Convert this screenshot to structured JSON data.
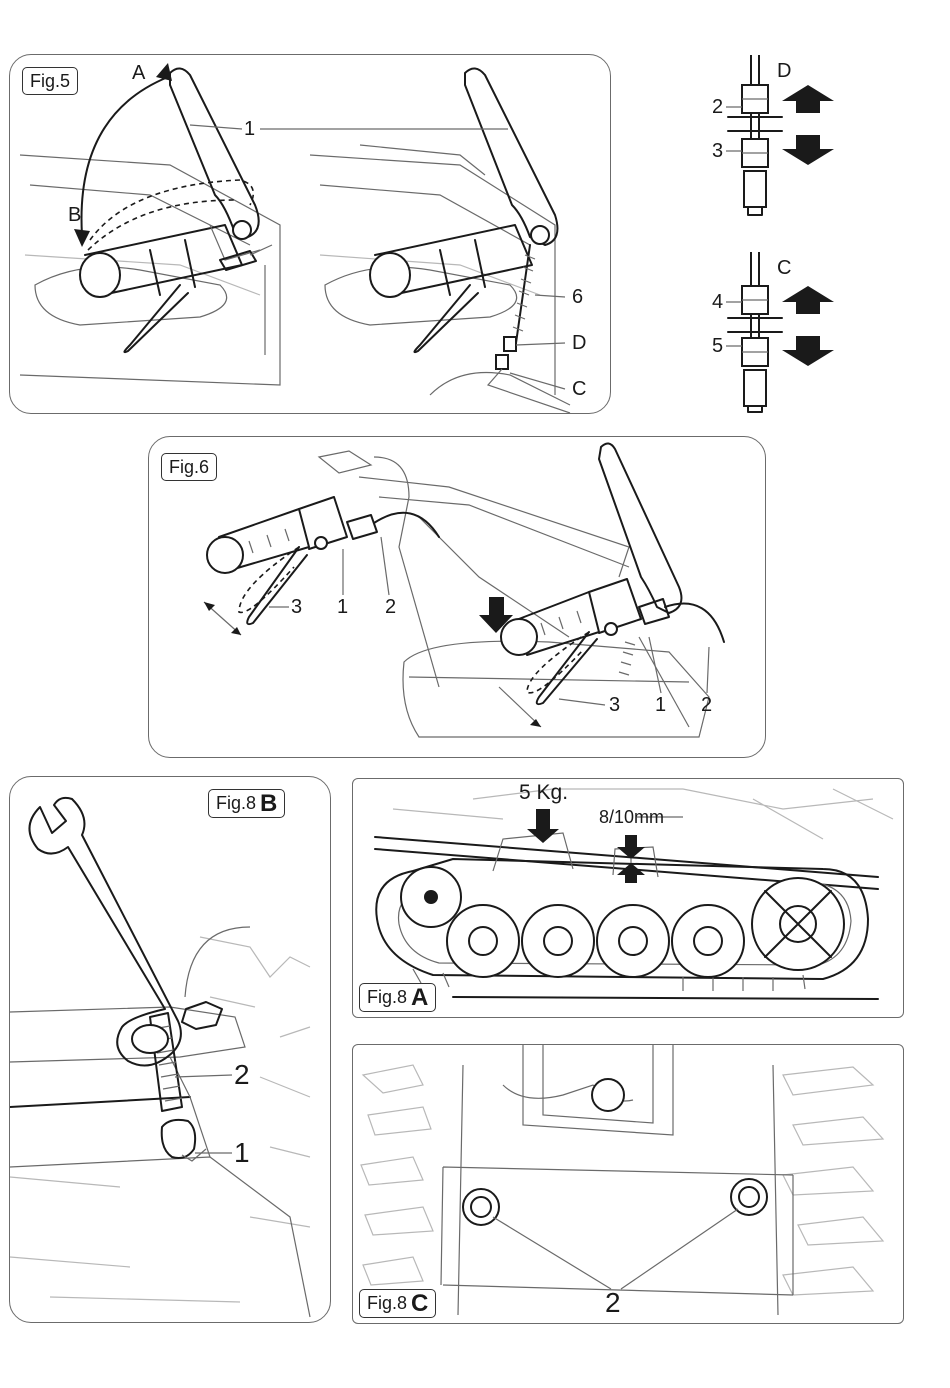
{
  "fig5": {
    "tag": "Fig.5",
    "labels": {
      "A": "A",
      "B": "B",
      "n1": "1",
      "n6": "6",
      "D": "D",
      "C": "C"
    }
  },
  "detail_d": {
    "letter": "D",
    "n2": "2",
    "n3": "3"
  },
  "detail_c": {
    "letter": "C",
    "n4": "4",
    "n5": "5"
  },
  "fig6": {
    "tag": "Fig.6",
    "labels": {
      "l3": "3",
      "l1": "1",
      "l2": "2",
      "r3": "3",
      "r1": "1",
      "r2": "2"
    }
  },
  "fig8b": {
    "tag": "Fig.8",
    "letter": "B",
    "n2": "2",
    "n1": "1"
  },
  "fig8a": {
    "tag": "Fig.8",
    "letter": "A",
    "weight": "5 Kg.",
    "deflection": "8/10mm"
  },
  "fig8c": {
    "tag": "Fig.8",
    "letter": "C",
    "n2": "2"
  }
}
